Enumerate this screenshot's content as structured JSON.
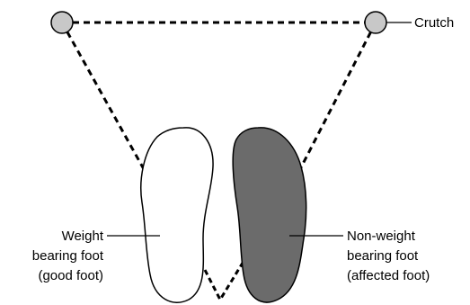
{
  "labels": {
    "crutch": "Crutch",
    "weight_bearing": [
      "Weight",
      "bearing foot",
      "(good foot)"
    ],
    "non_weight_bearing": [
      "Non-weight",
      "bearing foot",
      "(affected foot)"
    ]
  },
  "icons": {
    "left_crutch_tip": "crutch-tip-circle",
    "right_crutch_tip": "crutch-tip-circle",
    "good_foot": "foot-outline",
    "affected_foot": "foot-filled"
  },
  "colors": {
    "line": "#000000",
    "crutch_tip_fill": "#c8c8c8",
    "affected_foot_fill": "#6b6b6b",
    "good_foot_fill": "#ffffff"
  }
}
